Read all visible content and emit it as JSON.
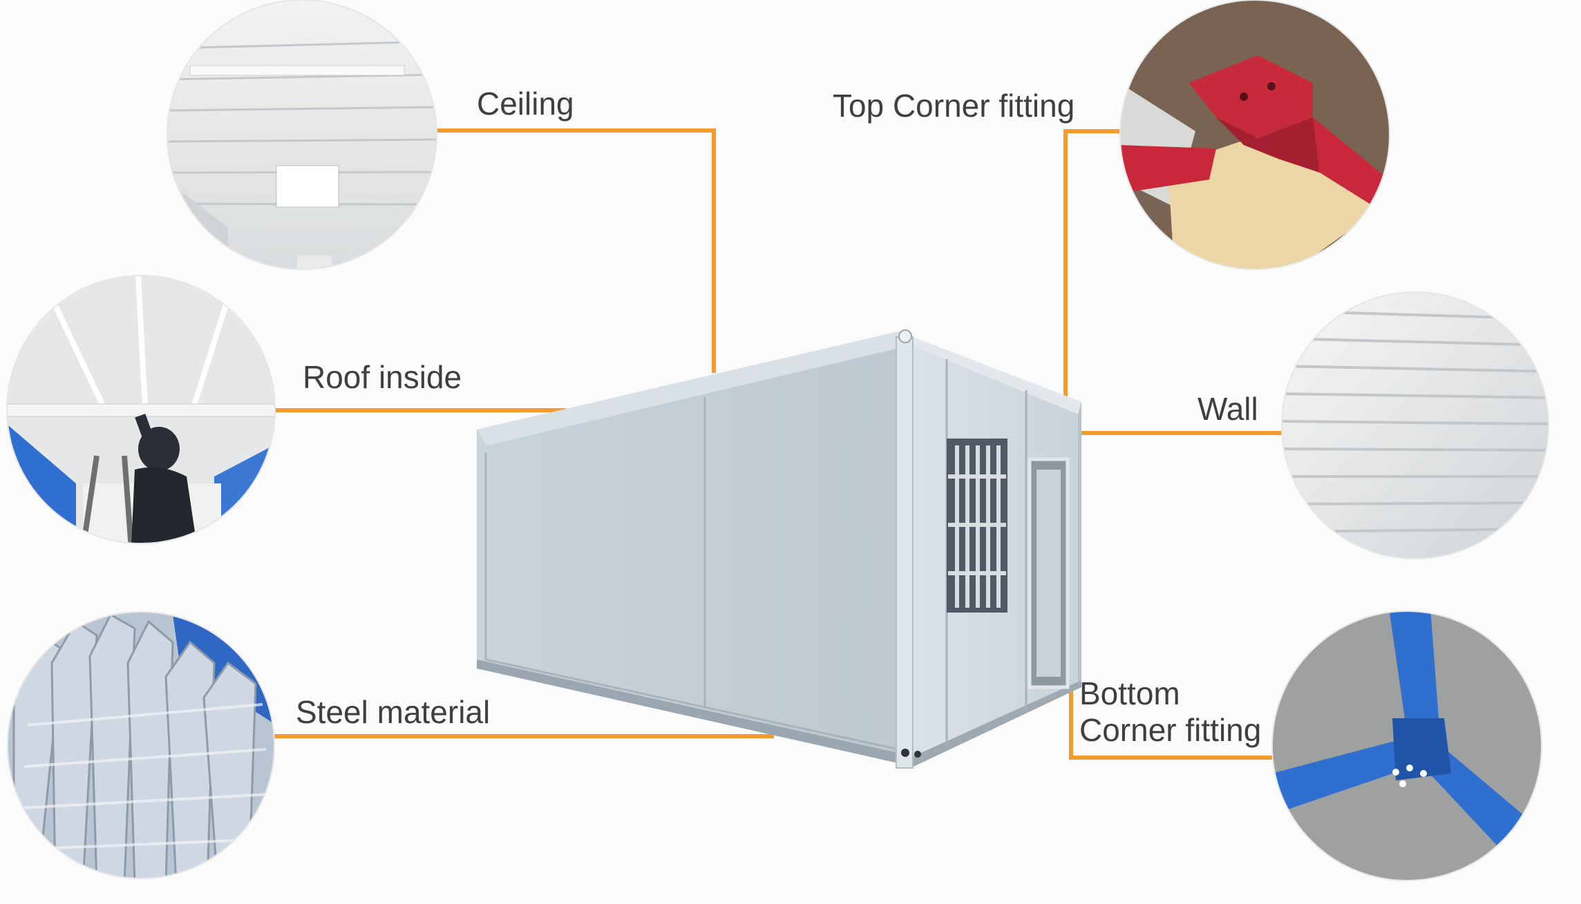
{
  "labels": {
    "ceiling": "Ceiling",
    "roof_inside": "Roof inside",
    "steel_material": "Steel material",
    "top_corner_fitting": "Top Corner fitting",
    "wall": "Wall",
    "bottom_corner_line1": "Bottom",
    "bottom_corner_line2": "Corner fitting"
  },
  "colors": {
    "connector_line": "#f59a2e",
    "label_text": "#3f3f3f",
    "background": "#fbfbfb",
    "container_body": "#c3ced6",
    "corner_red": "#c8283a",
    "frame_blue": "#2f6fd0"
  },
  "icons": {
    "ceiling_photo": "ceiling-panel-photo",
    "roof_photo": "roof-inside-photo",
    "steel_photo": "steel-angle-stack-photo",
    "top_corner_photo": "red-top-corner-fitting-photo",
    "wall_photo": "corrugated-wall-panel-photo",
    "bottom_corner_photo": "blue-bottom-corner-fitting-photo",
    "container": "flat-pack-container-house"
  }
}
